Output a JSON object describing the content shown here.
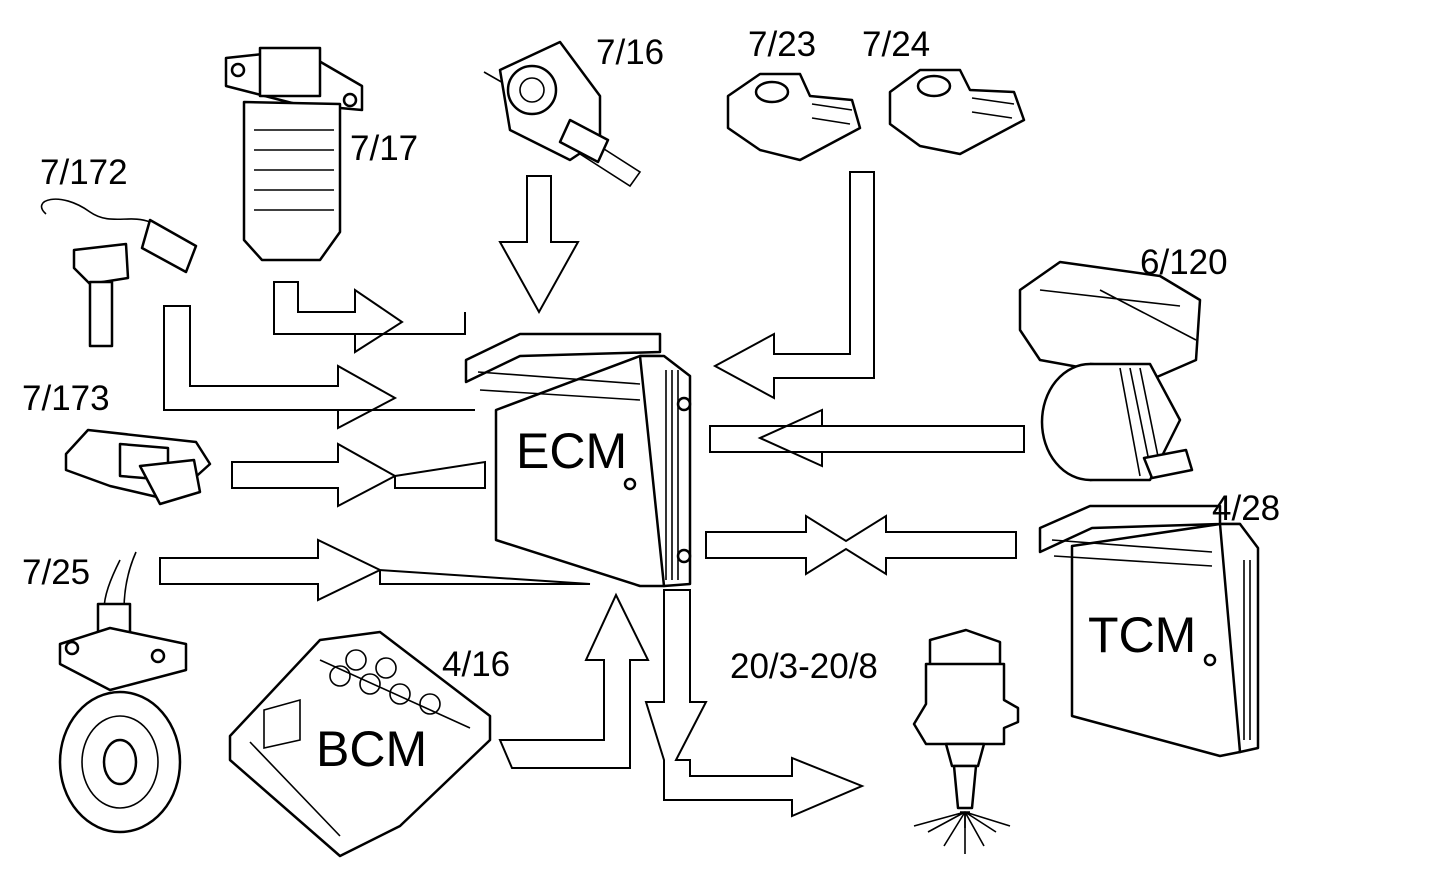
{
  "diagram": {
    "stroke_color": "#000000",
    "fill_color": "#ffffff",
    "modules": {
      "ecm": "ECM",
      "bcm": "BCM",
      "tcm": "TCM"
    },
    "components": {
      "c_7_172": "7/172",
      "c_7_17": "7/17",
      "c_7_16": "7/16",
      "c_7_23": "7/23",
      "c_7_24": "7/24",
      "c_6_120": "6/120",
      "c_7_173": "7/173",
      "c_4_28": "4/28",
      "c_7_25": "7/25",
      "c_4_16": "4/16",
      "c_20_3_20_8": "20/3-20/8"
    }
  }
}
